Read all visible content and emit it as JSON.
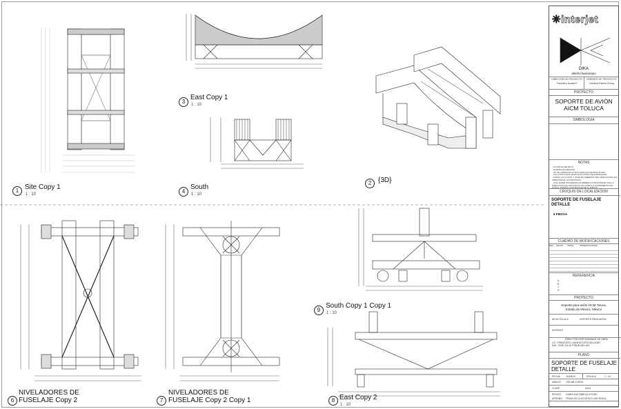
{
  "views": [
    {
      "number": "1",
      "title": "Site Copy 1",
      "scale": "1 : 10"
    },
    {
      "number": "3",
      "title": "East Copy 1",
      "scale": "1 : 10"
    },
    {
      "number": "4",
      "title": "South",
      "scale": "1 : 10"
    },
    {
      "number": "2",
      "title": "{3D}"
    },
    {
      "number": "6",
      "title_line1": "NIVELADORES DE",
      "title_line2": "FUSELAJE Copy 2"
    },
    {
      "number": "7",
      "title_line1": "NIVELADORES DE",
      "title_line2": "FUSELAJE Copy 2 Copy 1"
    },
    {
      "number": "9",
      "title": "South Copy 1 Copy 1",
      "scale": "1 : 10"
    },
    {
      "number": "8",
      "title": "East Copy 2",
      "scale": "1 : 10"
    }
  ],
  "title_block": {
    "logo": "interjet",
    "firm_name": "DIKA",
    "firm_sub": "diseño kamanayo",
    "director_label": "DIRECTOR DE PROYECTO:",
    "director": "Francisco Acosta P.",
    "gerente_label": "GERENTE DE PROYECTO:",
    "gerente": "Carolina Pabela Chong",
    "proyecto_label": "PROYECTO",
    "proyecto_l1": "SOPORTE DE AVIÓN",
    "proyecto_l2": "AICM TOLUCA",
    "simbologia": "SIMBOLOGIA",
    "notas_label": "NOTAS",
    "notas": [
      "- COTAS EN METROS",
      "- NIVELES EN METROS",
      "- NO SE TOMARAN COTAS A ESCALA DE ESTE PLANO",
      "- LAS COTAS INDICADAS SON A PAÑO DE ALBAÑILERIA",
      "- TODAS LAS COTAS Y NIVELES DEBERAN SER VERIFICADAS EN OBRA POR EL CONTRATISTA",
      "- CUALQUIER DISCREPANCIA DEBERA CONSULTARSE CON LA DIRECCION DEL PROYECTO ASI COMO LA INTERPRETACION QUE EL PROPIO CONTRATISTA DE AL DIBUJO"
    ],
    "croquis": "CROQUIS DE LOCALIZACION",
    "sheet_title_l1": "SOPORTE DE FUSELAJE",
    "sheet_title_l2": "DETALLE",
    "piezas": "5 PIEZAS",
    "modificaciones": "CUADRO DE MODIFICACIONES",
    "mod_cols": [
      "REV",
      "FECHA",
      "FIRMA",
      "OBSERVACIONES"
    ],
    "referencia": "REFERENCIA",
    "ref_items": [
      "A",
      "B",
      "C",
      "D"
    ],
    "proyecto2_label": "PROYECTO",
    "proyecto2_l1": "Soporte para avión AICM Toluca,",
    "proyecto2_l2": "Estado de México, México",
    "client_a": "AICM TOLUCA",
    "client_b": "SOPORTE PARA AVIÓN",
    "client_c": "INTERJET",
    "dro_label": "DIRECTOR RESPONSABLE DE OBRA",
    "dro_1": "LIC. FRANCISCO JUAN ACOSTA SALAZAR",
    "dro_2": "ING. JOSE JULIO PIÑON MILLAN",
    "plano_label": "PLANO",
    "plano_l1": "SOPORTE DE FUSELAJE",
    "plano_l2": "DETALLE",
    "fecha_label": "FECHA",
    "fecha": "16/08/16",
    "escala_label": "ESCALA",
    "escala": "1 : 10",
    "dibujo_label": "DIBUJO",
    "dibujo": "OSCAR OJEDA",
    "clave_label": "CLAVE",
    "clave": "A104",
    "reviso_label": "REVISÓ",
    "reviso": "CAROLINA PABELA CHONG",
    "aprobo_label": "APROBÓ",
    "aprobo": "FRANCISCO ACOSTA PLASCENCIA"
  }
}
